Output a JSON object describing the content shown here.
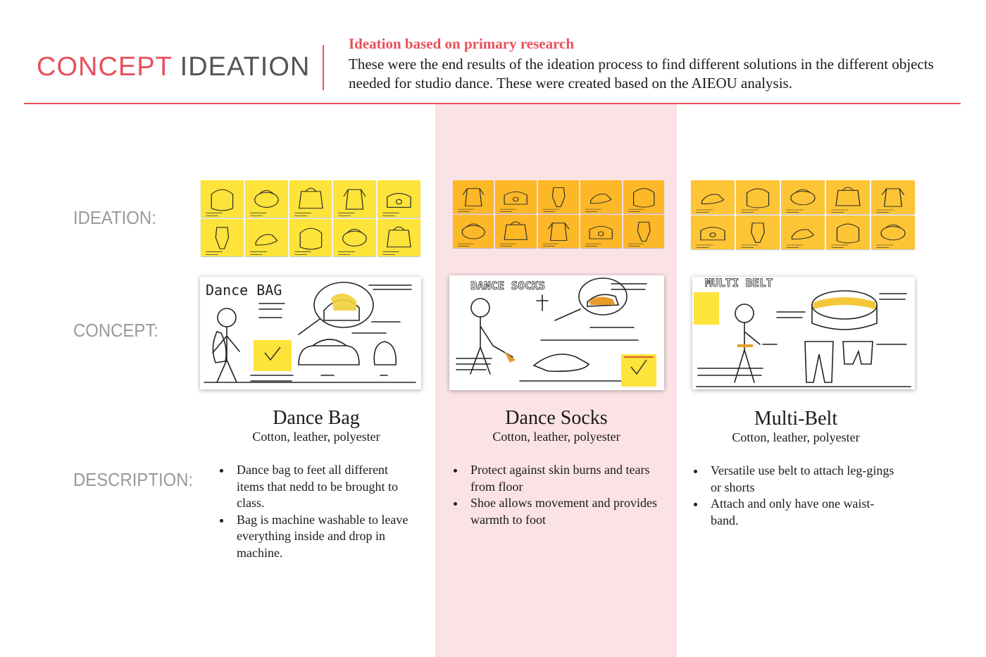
{
  "header": {
    "title_accent": "CONCEPT",
    "title_rest": "IDEATION",
    "subheading": "Ideation based on primary research",
    "intro": "These were the end results of the ideation process to find different solutions in the different objects needed for studio dance. These were created based on the AIEOU analysis."
  },
  "rows": {
    "ideation": "IDEATION:",
    "concept": "CONCEPT:",
    "description": "DESCRIPTION:"
  },
  "concepts": [
    {
      "name": "Dance Bag",
      "materials": "Cotton, leather, polyester",
      "bullets": [
        "Dance bag to feet all different items that nedd to be brought to class.",
        "Bag is machine washable to leave everything inside and drop in machine."
      ]
    },
    {
      "name": "Dance Socks",
      "materials": "Cotton, leather, polyester",
      "bullets": [
        "Protect against skin burns and tears from floor",
        "Shoe allows movement and provides warmth to foot"
      ]
    },
    {
      "name": "Multi-Belt",
      "materials": "Cotton, leather, polyester",
      "bullets": [
        "Versatile use belt to attach leg-gings or shorts",
        "Attach and only have one waist-band."
      ]
    }
  ],
  "sketch_text": {
    "bag_title": "Dance BAG",
    "socks_title": "DANCE SOCKS",
    "belt_title": "MULTI BELT"
  },
  "colors": {
    "accent": "#e8505b",
    "highlight": "#fbe3e5",
    "sticky_yellow": "#fde33a",
    "sticky_orange": "#fdb827"
  }
}
